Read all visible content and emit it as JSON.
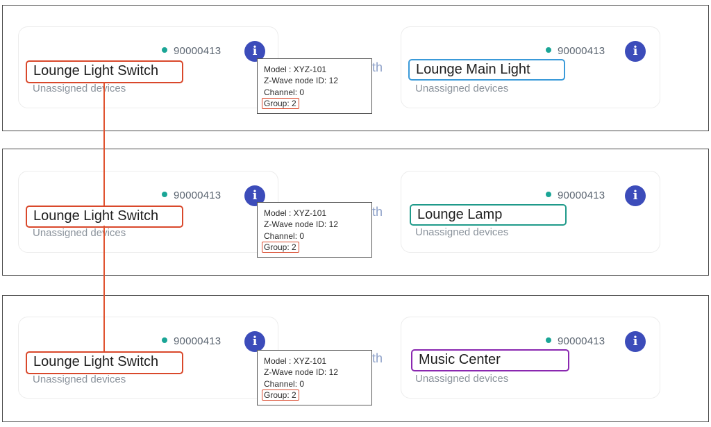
{
  "with_fragment": "ith",
  "panels": [
    {
      "left_device": {
        "serial": "90000413",
        "name": "Lounge Light Switch",
        "subtitle": "Unassigned devices"
      },
      "tooltip": {
        "model": "Model : XYZ-101",
        "node": "Z-Wave node ID: 12",
        "channel": "Channel: 0",
        "group": "Group: 2"
      },
      "right_device": {
        "serial": "90000413",
        "name": "Lounge Main Light",
        "subtitle": "Unassigned devices",
        "highlight_color": "#3a9ad9"
      }
    },
    {
      "left_device": {
        "serial": "90000413",
        "name": "Lounge Light Switch",
        "subtitle": "Unassigned devices"
      },
      "tooltip": {
        "model": "Model : XYZ-101",
        "node": "Z-Wave node ID: 12",
        "channel": "Channel: 0",
        "group": "Group: 2"
      },
      "right_device": {
        "serial": "90000413",
        "name": "Lounge Lamp",
        "subtitle": "Unassigned devices",
        "highlight_color": "#1f9a8a"
      }
    },
    {
      "left_device": {
        "serial": "90000413",
        "name": "Lounge Light Switch",
        "subtitle": "Unassigned devices"
      },
      "tooltip": {
        "model": "Model : XYZ-101",
        "node": "Z-Wave node ID: 12",
        "channel": "Channel: 0",
        "group": "Group: 2"
      },
      "right_device": {
        "serial": "90000413",
        "name": "Music Center",
        "subtitle": "Unassigned devices",
        "highlight_color": "#8a28b0"
      }
    }
  ],
  "colors": {
    "source_highlight": "#d9482b",
    "status_dot": "#1aa596",
    "info_button": "#3c4cba"
  },
  "icons": {
    "info": "info-icon",
    "status": "status-dot-icon"
  }
}
